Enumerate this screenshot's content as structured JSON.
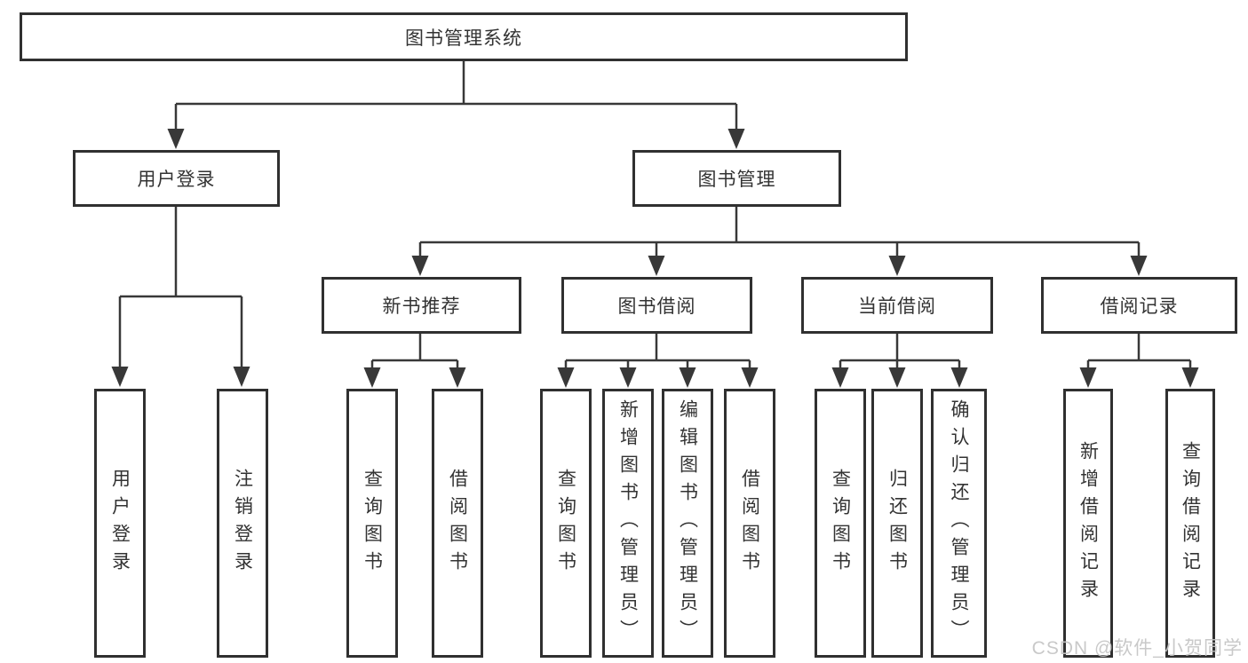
{
  "colors": {
    "line": "#383838",
    "border": "#303030",
    "text": "#333333",
    "background": "#ffffff",
    "watermark_gray": "#c5c5c5"
  },
  "watermark": "CSDN @软件_小贺同学",
  "tree": {
    "root": "图书管理系统",
    "userLogin": {
      "label": "用户登录",
      "children": [
        "用户登录",
        "注销登录"
      ]
    },
    "bookMgmt": {
      "label": "图书管理",
      "sections": [
        {
          "label": "新书推荐",
          "children": [
            "查询图书",
            "借阅图书"
          ]
        },
        {
          "label": "图书借阅",
          "children": [
            "查询图书",
            "新增图书（管理员）",
            "编辑图书（管理员）",
            "借阅图书"
          ]
        },
        {
          "label": "当前借阅",
          "children": [
            "查询图书",
            "归还图书",
            "确认归还（管理员）"
          ]
        },
        {
          "label": "借阅记录",
          "children": [
            "新增借阅记录",
            "查询借阅记录"
          ]
        }
      ]
    }
  }
}
